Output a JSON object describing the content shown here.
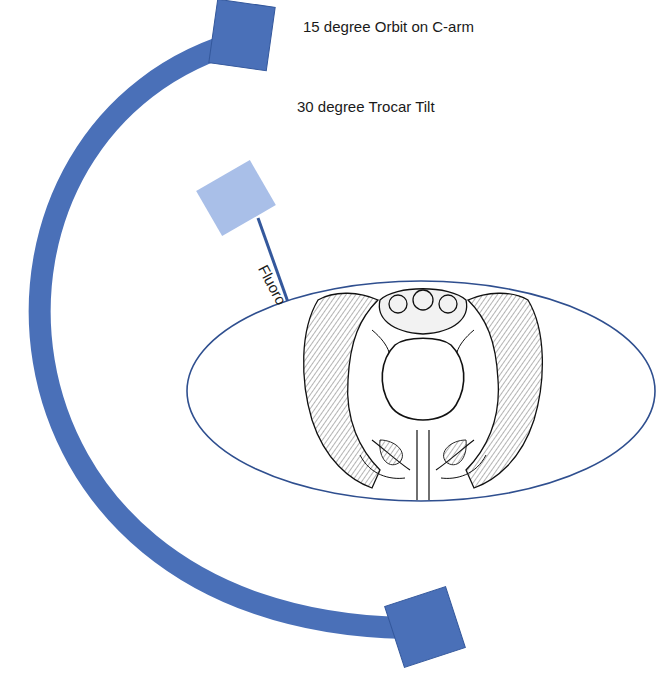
{
  "diagram": {
    "labels": [
      "15 degree Orbit on C-arm",
      "30 degree Trocar Tilt",
      "Fluoro"
    ]
  }
}
